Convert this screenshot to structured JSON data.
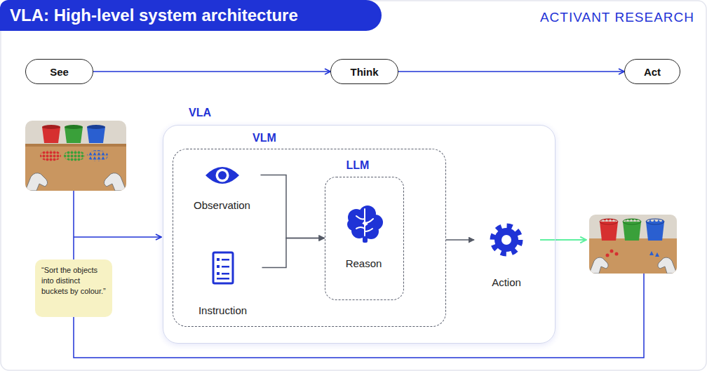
{
  "diagram": {
    "title": "VLA: High-level system architecture",
    "nodes": [
      {
        "text": [
          "See"
        ]
      },
      {
        "text": [
          "Think"
        ]
      },
      {
        "text": [
          "Act"
        ]
      },
      {
        "text": [
          "VLA"
        ]
      },
      {
        "text": [
          "VLM"
        ],
        "in": 3
      },
      {
        "text": [
          "Observation"
        ],
        "in": 4
      },
      {
        "text": [
          "Instruction"
        ],
        "in": 4
      },
      {
        "text": [
          "LLM"
        ],
        "in": 4
      },
      {
        "text": [
          "Reason"
        ],
        "in": 7
      },
      {
        "text": [
          "Action"
        ],
        "in": 3
      },
      {
        "text": [
          "“Sort the objects into distinct buckets by colour.”"
        ]
      }
    ],
    "edges": [
      {
        "from": 0,
        "to": 1,
        "arrow": "to"
      },
      {
        "from": 1,
        "to": 2,
        "arrow": "to"
      },
      {
        "from": 5,
        "to": 7,
        "arrow": "to"
      },
      {
        "from": 6,
        "to": 7,
        "arrow": "to"
      },
      {
        "from": 4,
        "to": 9,
        "arrow": "to"
      }
    ],
    "labels": [
      "ACTIVANT RESEARCH"
    ]
  }
}
